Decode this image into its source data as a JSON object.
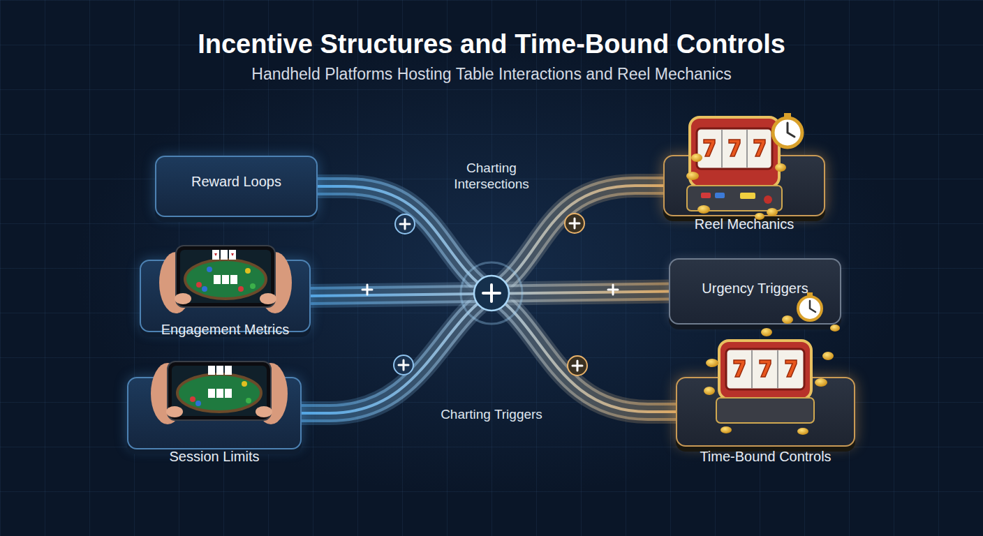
{
  "diagram": {
    "title": "Incentive Structures and Time-Bound Controls",
    "nodes": [
      {
        "text": [
          "Reward Loops"
        ]
      },
      {
        "text": [
          "Reel Mechanics"
        ]
      },
      {
        "text": [
          "Engagement Metrics"
        ]
      },
      {
        "text": [
          "Urgency Triggers"
        ]
      },
      {
        "text": [
          "Session Limits"
        ]
      },
      {
        "text": [
          "Time-Bound Controls"
        ]
      }
    ],
    "edges": [
      {
        "from": 0,
        "to": 5,
        "arrow": "none"
      },
      {
        "from": 4,
        "to": 1,
        "arrow": "none"
      },
      {
        "from": 2,
        "to": 3,
        "arrow": "none"
      }
    ],
    "labels": [
      "Handheld Platforms Hosting Table Interactions and Reel Mechanics",
      "Charting Intersections",
      "Charting Triggers"
    ]
  }
}
